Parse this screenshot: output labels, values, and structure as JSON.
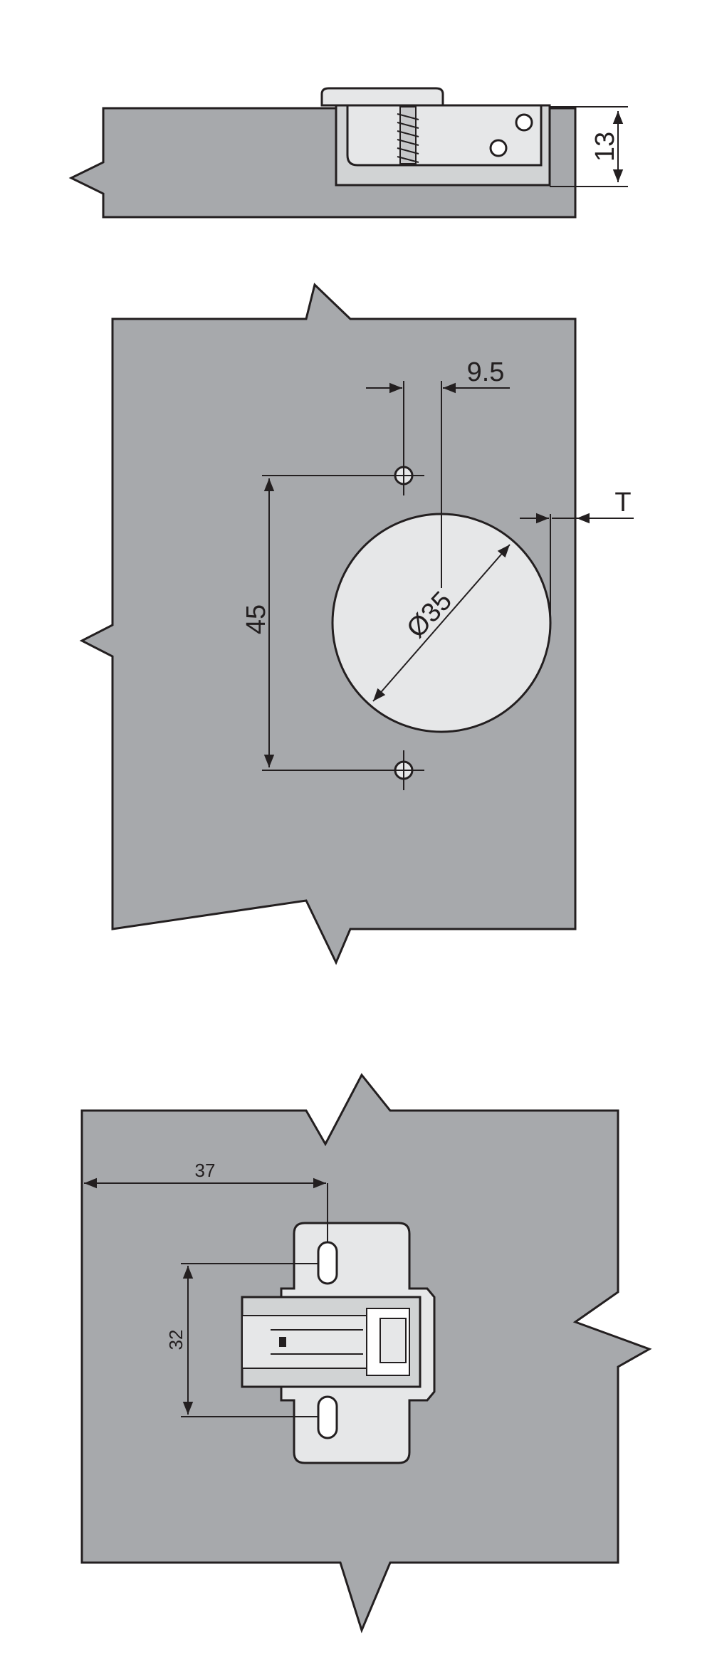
{
  "views": {
    "side": {
      "dim_height": "13"
    },
    "drilling": {
      "dim_offset": "9.5",
      "dim_edge": "T",
      "dim_spacing": "45",
      "dim_diameter": "Ø35"
    },
    "plate": {
      "dim_width": "37",
      "dim_spacing": "32"
    }
  },
  "colors": {
    "panel": "#a7a9ac",
    "hinge": "#e6e7e8",
    "line": "#231f20"
  }
}
